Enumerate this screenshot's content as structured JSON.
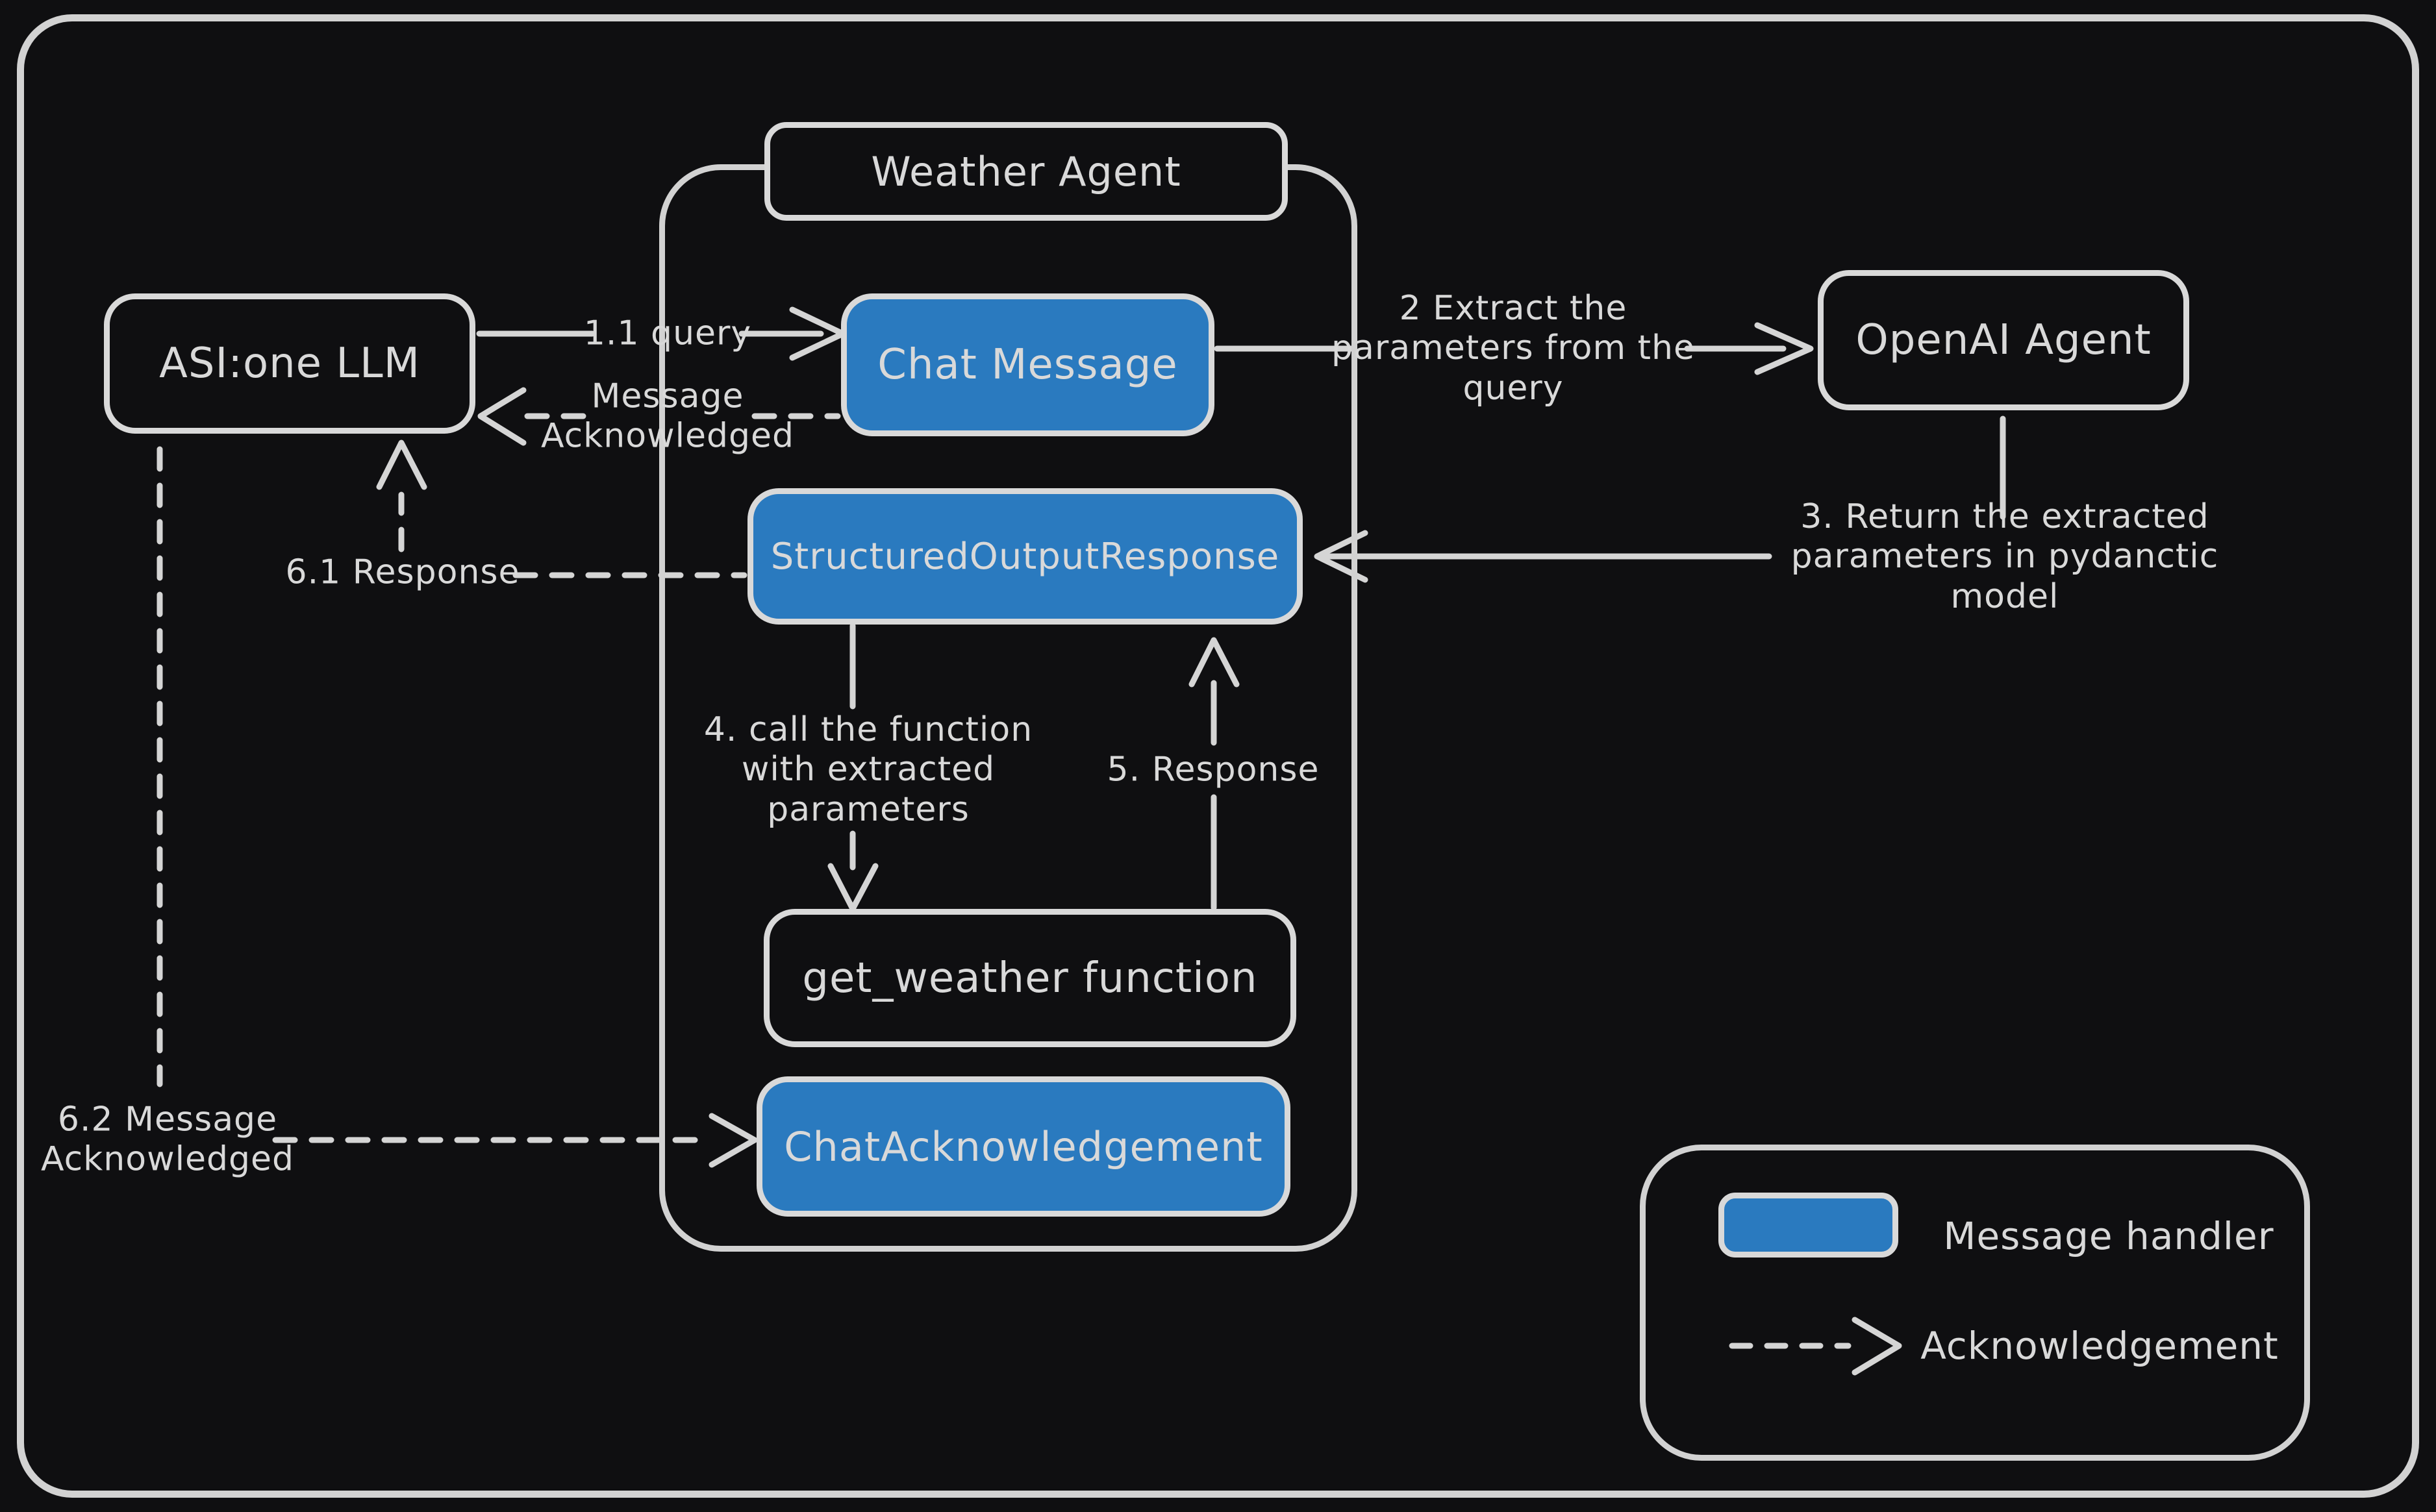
{
  "canvas": {
    "background": "#0f0f11",
    "stroke_color": "#d5d5d5",
    "text_color": "#d9d9d9",
    "accent_blue": "#2a7abf"
  },
  "container": {
    "title": "Weather Agent"
  },
  "nodes": {
    "asi": {
      "label": "ASI:one LLM"
    },
    "chat_message": {
      "label": "Chat Message"
    },
    "structured_output_response": {
      "label": "StructuredOutputResponse"
    },
    "get_weather": {
      "label": "get_weather function"
    },
    "chat_acknowledgement": {
      "label": "ChatAcknowledgement"
    },
    "openai": {
      "label": "OpenAI Agent"
    }
  },
  "edges": {
    "query": {
      "label": "1.1 query"
    },
    "message_ack": {
      "label": "Message\nAcknowledged"
    },
    "extract": {
      "label": "2 Extract the\nparameters from the\nquery"
    },
    "return_params": {
      "label": "3. Return the extracted\nparameters in pydanctic model"
    },
    "call_function": {
      "label": "4. call the function\nwith extracted\nparameters"
    },
    "response_5": {
      "label": "5. Response"
    },
    "response_61": {
      "label": "6.1 Response"
    },
    "message_ack_62": {
      "label": "6.2 Message\nAcknowledged"
    }
  },
  "legend": {
    "message_handler": "Message handler",
    "acknowledgement": "Acknowledgement"
  }
}
